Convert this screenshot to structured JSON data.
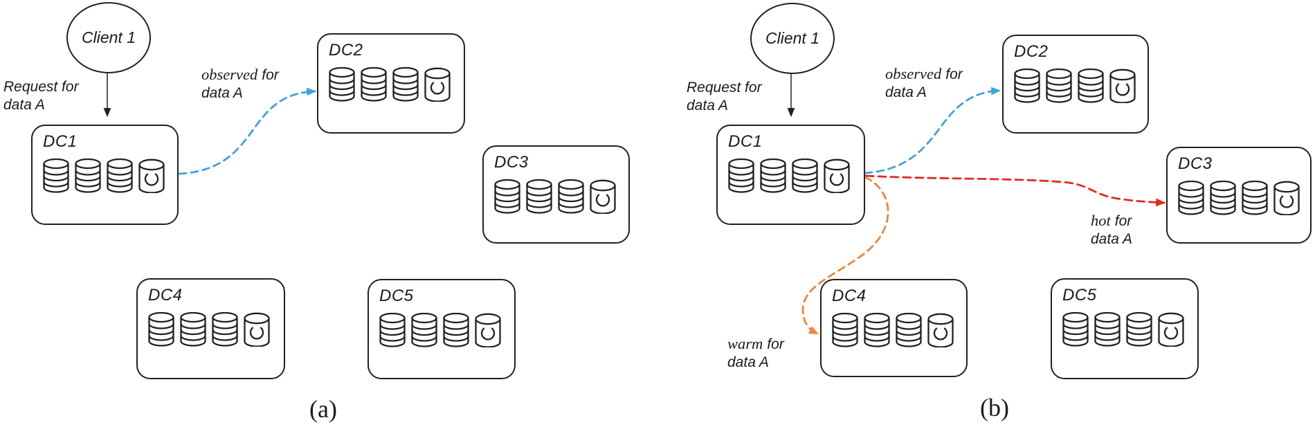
{
  "colors": {
    "line_blue": "#3da2dc",
    "line_red": "#e8261c",
    "line_orange": "#f28434",
    "ink": "#231f20"
  },
  "panels": [
    {
      "caption": "(a)",
      "client": {
        "label": "Client 1"
      },
      "request": {
        "line1": "Request for",
        "line2": "data A"
      },
      "annotations": {
        "observed": {
          "keyword": "observed",
          "suffix": "for",
          "line2": "data A"
        }
      },
      "datacenters": [
        {
          "label": "DC1"
        },
        {
          "label": "DC2"
        },
        {
          "label": "DC3"
        },
        {
          "label": "DC4"
        },
        {
          "label": "DC5"
        }
      ]
    },
    {
      "caption": "(b)",
      "client": {
        "label": "Client 1"
      },
      "request": {
        "line1": "Request for",
        "line2": "data A"
      },
      "annotations": {
        "observed": {
          "keyword": "observed",
          "suffix": "for",
          "line2": "data A"
        },
        "hot": {
          "keyword": "hot",
          "suffix": "for",
          "line2": "data A"
        },
        "warm": {
          "keyword": "warm",
          "suffix": "for",
          "line2": "data A"
        }
      },
      "datacenters": [
        {
          "label": "DC1"
        },
        {
          "label": "DC2"
        },
        {
          "label": "DC3"
        },
        {
          "label": "DC4"
        },
        {
          "label": "DC5"
        }
      ]
    }
  ],
  "icons": {
    "database_icon": "stacked-cylinder",
    "cache_icon": "cylinder-with-C"
  }
}
